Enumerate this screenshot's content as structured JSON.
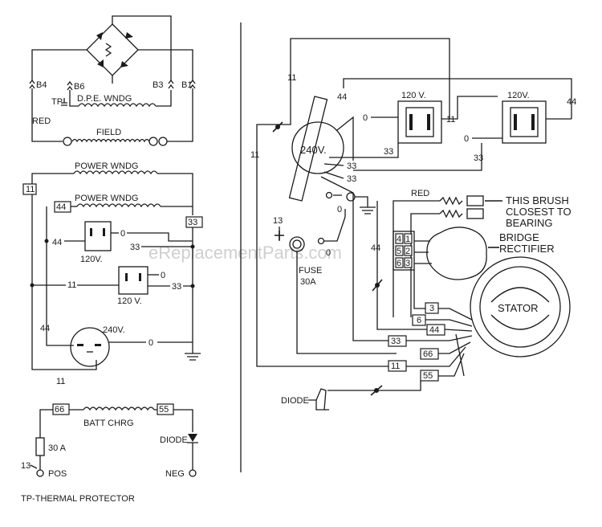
{
  "watermark": "eReplacementParts.com",
  "left_schematic": {
    "terminals": {
      "b4": "B4",
      "b6": "B6",
      "b3": "B3",
      "b1": "B1"
    },
    "tp": "TP",
    "dpe_winding": "D.P.E. WNDG",
    "red": "RED",
    "field": "FIELD",
    "power_winding_1": "POWER WNDG",
    "power_winding_2": "POWER WNDG",
    "wire_11": "11",
    "wire_44_box": "44",
    "wire_33_box": "33",
    "wire_44_a": "44",
    "wire_0_a": "0",
    "wire_33_a": "33",
    "outlet_120_a": "120V.",
    "wire_11_b": "11",
    "wire_0_b": "0",
    "wire_33_b": "33",
    "outlet_120_b": "120 V.",
    "wire_44_c": "44",
    "outlet_240": "240V.",
    "wire_0_c": "0",
    "wire_11_c": "11",
    "wire_66": "66",
    "wire_55": "55",
    "batt_chrg": "BATT CHRG",
    "fuse_30a": "30 A",
    "wire_13": "13",
    "pos": "POS",
    "diode": "DIODE",
    "neg": "NEG",
    "footnote": "TP-THERMAL PROTECTOR"
  },
  "right_schematic": {
    "wire_11_top": "11",
    "wire_44_top": "44",
    "outlet_120_1": "120 V.",
    "wire_0_1": "0",
    "wire_11_mid": "11",
    "outlet_120_2": "120V.",
    "wire_44_right": "44",
    "outlet_240": "240V.",
    "wire_33_a": "33",
    "wire_33_b": "33",
    "wire_33_c": "33",
    "wire_0_2": "0",
    "wire_33_d": "33",
    "wire_11_left": "11",
    "wire_13": "13",
    "wire_0_3": "0",
    "wire_0_4": "0",
    "fuse_label": "FUSE",
    "fuse_rating": "30A",
    "wire_44_mid": "44",
    "red": "RED",
    "brush_note_1": "THIS BRUSH",
    "brush_note_2": "CLOSEST TO",
    "brush_note_3": "BEARING",
    "bridge_1": "BRIDGE",
    "bridge_2": "RECTIFIER",
    "rect_4": "4",
    "rect_1": "1",
    "rect_5": "5",
    "rect_2": "2",
    "rect_6": "6",
    "rect_3": "3",
    "stator": "STATOR",
    "lead_3": "3",
    "lead_6": "6",
    "lead_44": "44",
    "lead_33": "33",
    "lead_66": "66",
    "lead_11": "11",
    "lead_55": "55",
    "diode": "DIODE"
  }
}
